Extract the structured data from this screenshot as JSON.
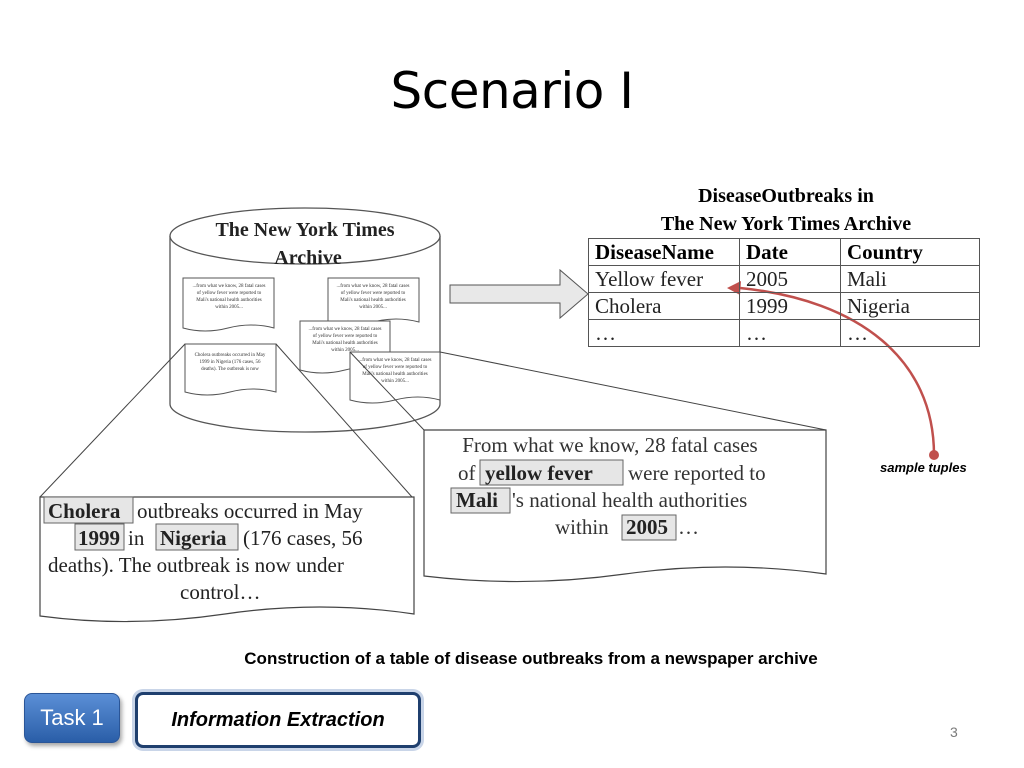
{
  "slide": {
    "title": "Scenario I",
    "page_number": "3"
  },
  "archive": {
    "title_line1": "The New York Times",
    "title_line2": "Archive",
    "mini_doc_lines": [
      "...from what we know, 28 fatal cases",
      "of yellow fever were reported to",
      "Mali's national health authorities",
      "within 2005..."
    ],
    "mini_doc_cholera_lines": [
      "Cholera outbreaks occurred in May",
      "1999 in Nigeria (176 cases, 56",
      "deaths). The outbreak is now"
    ]
  },
  "zoom_left": {
    "line1_a": "Cholera",
    "line1_b": "outbreaks occurred in May",
    "line2_a": "1999",
    "line2_b": "in",
    "line2_c": "Nigeria",
    "line2_d": "(176 cases, 56",
    "line3": "deaths). The outbreak is now under",
    "line4": "control…"
  },
  "zoom_right": {
    "line1": "From what we know, 28 fatal cases",
    "line2_a": "of",
    "line2_b": "yellow fever",
    "line2_c": "were reported to",
    "line3_a": "Mali",
    "line3_b": "'s national health authorities",
    "line4_a": "within",
    "line4_b": "2005",
    "line4_c": "…"
  },
  "table": {
    "title_line1": "DiseaseOutbreaks in",
    "title_line2": "The New York Times Archive",
    "headers": [
      "DiseaseName",
      "Date",
      "Country"
    ],
    "rows": [
      [
        "Yellow fever",
        "2005",
        "Mali"
      ],
      [
        "Cholera",
        "1999",
        "Nigeria"
      ],
      [
        "…",
        "…",
        "…"
      ]
    ]
  },
  "annotation": {
    "sample_tuples": "sample tuples"
  },
  "caption": "Construction of a table of disease outbreaks from a newspaper archive",
  "footer": {
    "task_label": "Task 1",
    "task_name": "Information Extraction"
  },
  "colors": {
    "arrow_red": "#c0504d",
    "task_blue": "#3a6fbf",
    "box_border": "#1f3f6e"
  }
}
